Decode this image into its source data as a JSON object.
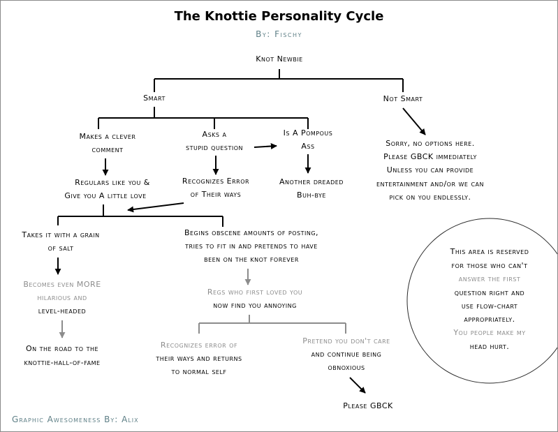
{
  "header": {
    "title": "The Knottie Personality Cycle",
    "subtitle": "By: Fischy"
  },
  "nodes": {
    "root": "Knot Newbie",
    "smart": "Smart",
    "not_smart": "Not Smart",
    "clever": [
      "Makes a clever",
      "comment"
    ],
    "stupid": [
      "Asks a",
      "stupid question"
    ],
    "pompous": [
      "Is A Pompous",
      "Ass"
    ],
    "sorry": [
      "Sorry, no options here.",
      "Please GBCK immediately",
      "Unless you can provide",
      "entertainment and/or we can",
      "pick on you endlessly."
    ],
    "regulars": [
      "Regulars like you &",
      "Give you A little love"
    ],
    "recognizes": [
      "Recognizes Error",
      "of Their ways"
    ],
    "dreaded": [
      "Another dreaded",
      "Buh-bye"
    ],
    "grain": [
      "Takes it with a grain",
      "of salt"
    ],
    "obscene": [
      "Begins obscene amounts of posting,",
      "tries to fit in and pretends to have",
      "been on the knot forever"
    ],
    "more": [
      "Becomes even MORE",
      "hilarious and",
      "level-headed"
    ],
    "annoying": [
      "Regs who first loved you",
      "now find you annoying"
    ],
    "road": [
      "On the road to the",
      "knottie-hall-of-fame"
    ],
    "returns": [
      "Recognizes error of",
      "their ways and returns",
      "to normal self"
    ],
    "pretend": [
      "Pretend you don't care",
      "and continue being",
      "obnoxious"
    ],
    "gbck": "Please GBCK",
    "reserved": [
      "This area is reserved",
      "for those who can't",
      "answer the first",
      "question right and",
      "use flow-chart",
      "appropriately.",
      "You people make my",
      "head hurt."
    ]
  },
  "footer": {
    "credit": "Graphic Awesomeness By: Alix"
  },
  "colors": {
    "ink": "#000000",
    "faded": "#8c8c8c",
    "credit": "#5e7f86",
    "border": "#8a8a8a"
  }
}
